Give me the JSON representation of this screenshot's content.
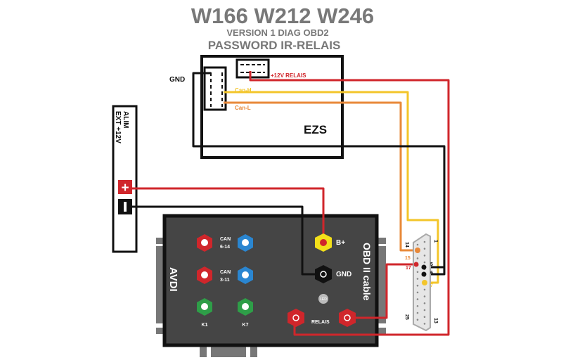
{
  "title": "W166 W212 W246",
  "subtitle1": "VERSION 1 DIAG OBD2",
  "subtitle2": "PASSWORD IR-RELAIS",
  "ezs": {
    "label": "EZS",
    "gnd_label": "GND",
    "relay_label": "+12V RELAIS",
    "canh_label": "Can-H",
    "canl_label": "Can-L"
  },
  "power": {
    "label_line1": "ALIM",
    "label_line2": "EXT +12V",
    "plus": "+",
    "minus": "−"
  },
  "avdi": {
    "label": "AVDI",
    "cable_label": "OBD II cable",
    "can1_line1": "CAN",
    "can1_line2": "6-14",
    "can2_line1": "CAN",
    "can2_line2": "3-11",
    "k1": "K1",
    "k7": "K7",
    "bplus": "B+",
    "gnd": "GND",
    "led": "LED",
    "relais": "RELAIS"
  },
  "db25": {
    "pin1": "1",
    "pin13": "13",
    "pin14": "14",
    "pin25": "25",
    "pin5": "5",
    "pin6": "6",
    "pin7": "7",
    "pin15": "15",
    "pin17": "17"
  },
  "colors": {
    "red": "#d0262b",
    "yellow": "#f3c52a",
    "orange": "#e8893a",
    "black": "#111111",
    "box_dark": "#454545",
    "title_gray": "#777777",
    "blue": "#2a86d1",
    "green": "#2e9e48"
  }
}
